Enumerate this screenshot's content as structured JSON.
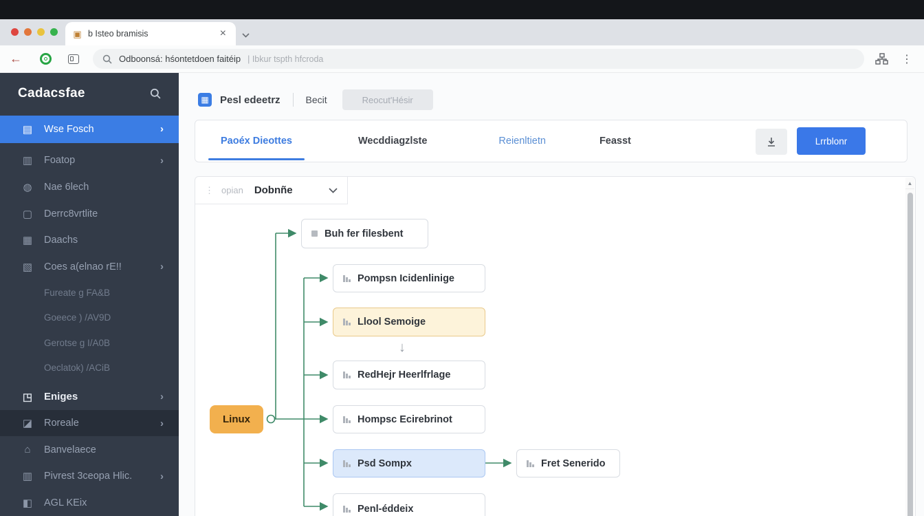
{
  "window": {
    "tab_title": "b Isteo bramisis",
    "tab_close": "×",
    "url_text": "Odboonsá: hśontetdoen faitéip",
    "url_hint": "| Ibkur tspth hfcroda",
    "kebab": "⋮",
    "traffic_colors": [
      "#de4640",
      "#e2773c",
      "#e9c33f",
      "#37b24d"
    ]
  },
  "sidebar": {
    "title": "Cadacsfae",
    "items": [
      {
        "label": "Wse Fosch",
        "icon": "▤"
      },
      {
        "label": "Foatop",
        "icon": "▥"
      },
      {
        "label": "Nae 6lech",
        "icon": "◍"
      },
      {
        "label": "Derrc8vrtlite",
        "icon": "▢"
      },
      {
        "label": "Daachs",
        "icon": "▦"
      },
      {
        "label": "Coes a(elnao rE!!",
        "icon": "▧"
      },
      {
        "label": "Fureate g FA&B"
      },
      {
        "label": "Goeece ) /AV9D"
      },
      {
        "label": "Gerotse g I/A0B"
      },
      {
        "label": "Oeclatok) /ACiB"
      },
      {
        "label": "Eniges",
        "icon": "◳"
      },
      {
        "label": "Roreale",
        "icon": "◪"
      },
      {
        "label": "Banvelaece",
        "icon": "⌂"
      },
      {
        "label": "Pivrest 3ceopa Hlic.",
        "icon": "▥"
      },
      {
        "label": "AGL KEix",
        "icon": "◧"
      }
    ],
    "chevron": "›"
  },
  "header": {
    "app_title": "Pesl edeetrz",
    "app_icon_glyph": "▦",
    "menu_edit": "Becit",
    "pill_button": "Reocut'Hésir"
  },
  "tabs": [
    {
      "label": "Paoéx Dieottes"
    },
    {
      "label": "Wecddiagzlste"
    },
    {
      "label": "Reienltietn"
    },
    {
      "label": "Feasst"
    }
  ],
  "actions": {
    "primary_button": "Lrrblonr"
  },
  "canvas": {
    "drag_dots": "⋮",
    "dropdown_label": "opian",
    "dropdown_value": "Dobnñe",
    "scroll_up_glyph": "▲",
    "between_arrow": "↓"
  },
  "diagram": {
    "root_label": "Linux",
    "nodes": [
      {
        "label": "Buh fer filesbent"
      },
      {
        "label": "Pompsn Icidenlinige"
      },
      {
        "label": "Llool Semoige"
      },
      {
        "label": "RedHejr Heerlfrlage"
      },
      {
        "label": "Hompsc Ecirebrinot"
      },
      {
        "label": "Psd Sompx"
      },
      {
        "label": "Fret Senerido"
      },
      {
        "label": "Penl-éddeix"
      }
    ],
    "colors": {
      "connector_green": "#3f8a68",
      "root_orange": "#f2b04e",
      "warn_bg": "#fdf3da",
      "selected_bg": "#dce9fb",
      "active_blue": "#3b7de4"
    }
  }
}
